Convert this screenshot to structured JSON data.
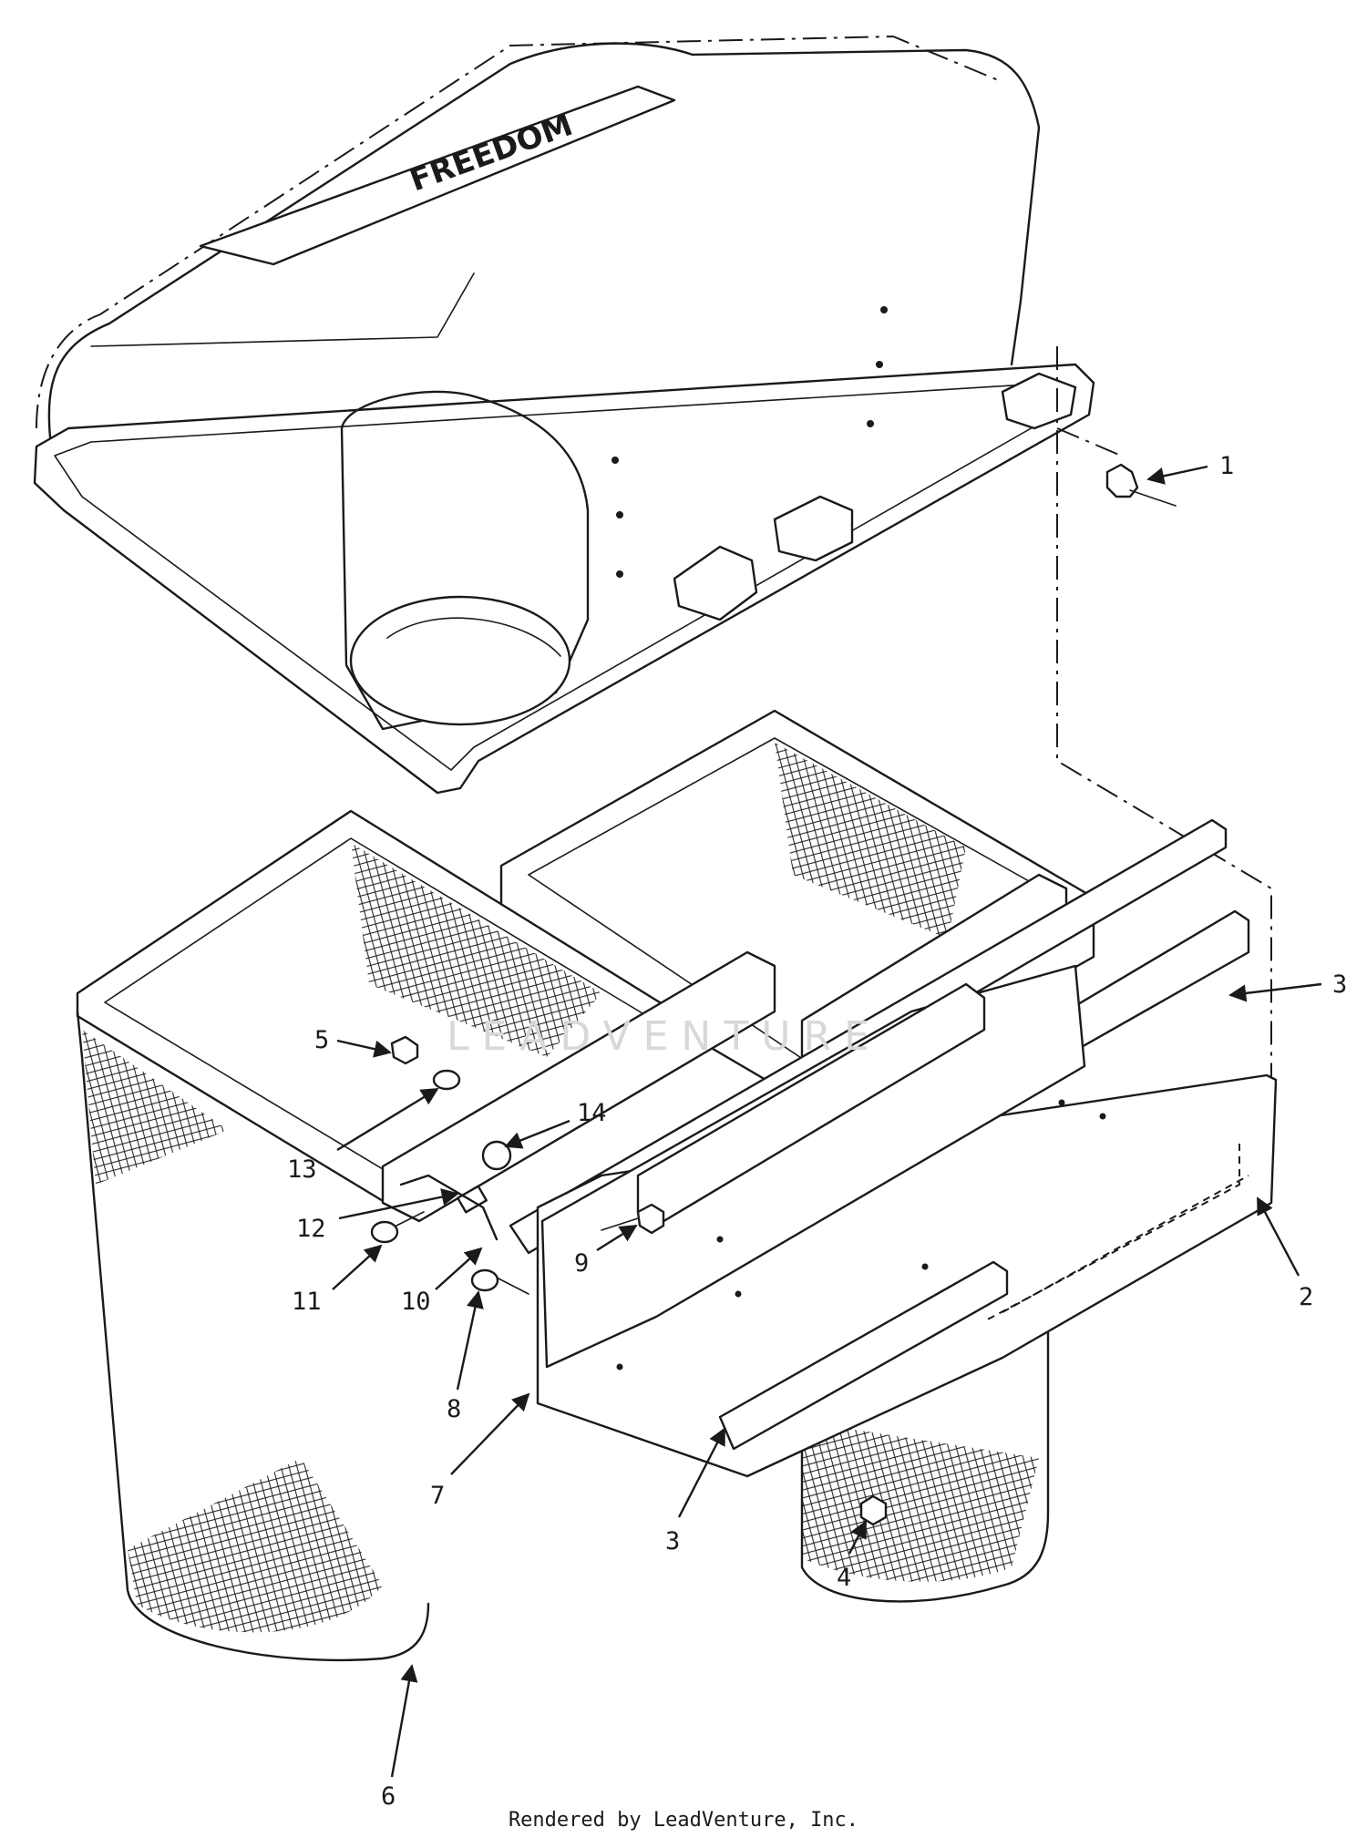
{
  "diagram": {
    "logo_text": "FREEDOM",
    "watermark_text": "LEADVENTURE",
    "callouts": [
      {
        "id": "c1",
        "label": "1"
      },
      {
        "id": "c2",
        "label": "2"
      },
      {
        "id": "c3a",
        "label": "3"
      },
      {
        "id": "c3b",
        "label": "3"
      },
      {
        "id": "c4",
        "label": "4"
      },
      {
        "id": "c5",
        "label": "5"
      },
      {
        "id": "c6",
        "label": "6"
      },
      {
        "id": "c7",
        "label": "7"
      },
      {
        "id": "c8",
        "label": "8"
      },
      {
        "id": "c9",
        "label": "9"
      },
      {
        "id": "c10",
        "label": "10"
      },
      {
        "id": "c11",
        "label": "11"
      },
      {
        "id": "c12",
        "label": "12"
      },
      {
        "id": "c13",
        "label": "13"
      },
      {
        "id": "c14",
        "label": "14"
      }
    ]
  },
  "footer": {
    "credit": "Rendered by LeadVenture, Inc."
  }
}
